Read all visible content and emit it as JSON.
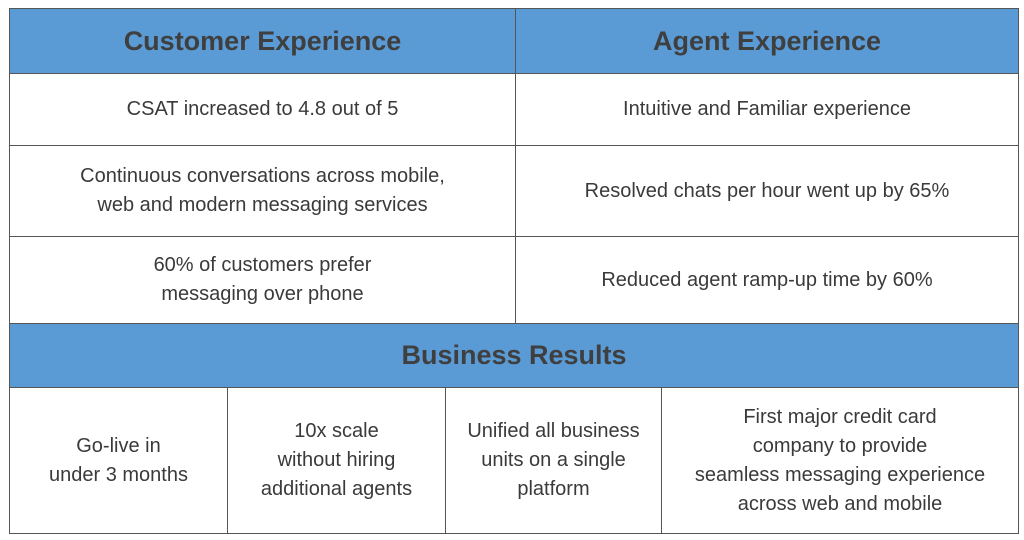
{
  "headers": {
    "customer": "Customer Experience",
    "agent": "Agent Experience",
    "business": "Business Results"
  },
  "rows": [
    {
      "customer": "CSAT increased to 4.8 out of 5",
      "agent": "Intuitive and Familiar experience"
    },
    {
      "customer": "Continuous conversations across mobile,\n web and modern messaging services",
      "agent": "Resolved chats per hour went up by 65%"
    },
    {
      "customer": "60% of customers prefer\nmessaging over phone",
      "agent": "Reduced agent ramp-up time by 60%"
    }
  ],
  "results": [
    "Go-live in\nunder 3 months",
    "10x scale\nwithout hiring\nadditional agents",
    "Unified all business\nunits on a single\nplatform",
    "First major credit card\ncompany to provide\nseamless messaging experience\nacross web and mobile"
  ],
  "colors": {
    "header_bg": "#5b9bd5",
    "header_text": "#3f3f3f",
    "border": "#555555"
  }
}
